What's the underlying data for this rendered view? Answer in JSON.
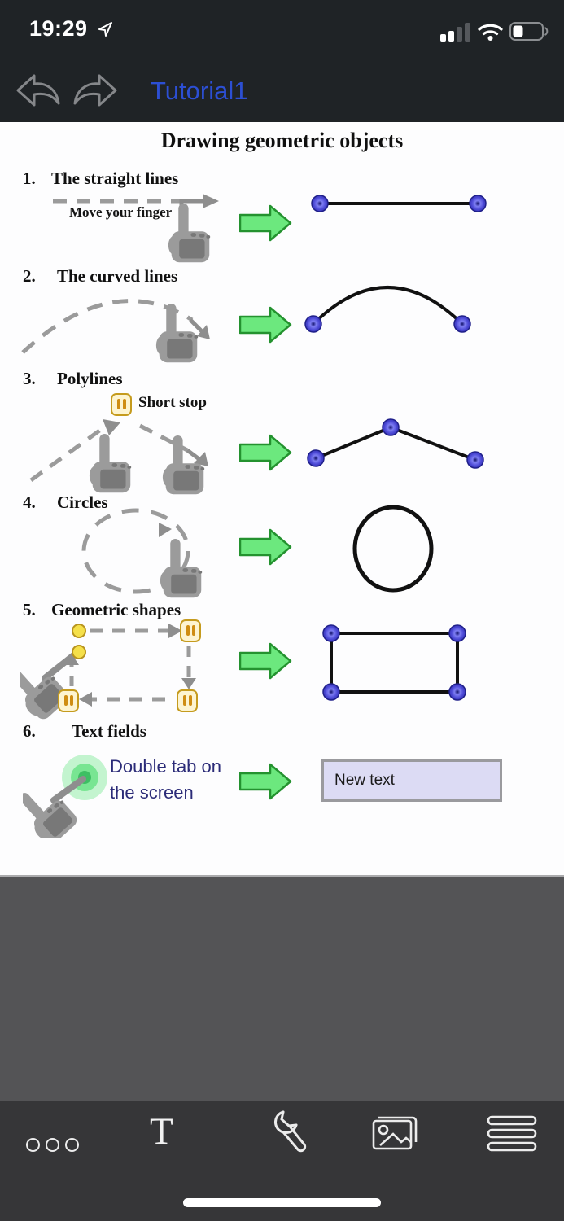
{
  "status_bar": {
    "time": "19:29"
  },
  "nav": {
    "title": "Tutorial1"
  },
  "page": {
    "title": "Drawing geometric objects",
    "sections": [
      {
        "num": "1.",
        "title": "The straight lines",
        "hint": "Move your finger"
      },
      {
        "num": "2.",
        "title": "The curved lines"
      },
      {
        "num": "3.",
        "title": "Polylines",
        "hint": "Short stop"
      },
      {
        "num": "4.",
        "title": "Circles"
      },
      {
        "num": "5.",
        "title": "Geometric shapes"
      },
      {
        "num": "6.",
        "title": "Text fields",
        "hint_line1": "Double tab on",
        "hint_line2": "the screen",
        "field_text": "New text"
      }
    ]
  },
  "toolbar": {
    "text_tool_glyph": "T"
  },
  "icons": {
    "status": [
      "location-arrow",
      "cellular-signal",
      "wifi",
      "battery"
    ],
    "nav": [
      "undo-arrow",
      "redo-arrow"
    ],
    "tutorial": [
      "finger-gesture",
      "pause-marker",
      "green-arrow",
      "anchor-dot"
    ],
    "toolbar": [
      "more-options",
      "text-tool",
      "wrench",
      "photos",
      "menu"
    ],
    "home": [
      "home-indicator"
    ]
  },
  "colors": {
    "chrome_dark": "#1f2326",
    "toolbar_dark": "#363638",
    "offpage_gray": "#545456",
    "title_blue": "#2c4fd4",
    "arrow_green_fill": "#6ce87e",
    "arrow_green_stroke": "#24922f",
    "anchor_blue": "#4a47d4",
    "pause_gold": "#c59b1e",
    "textfield_bg": "#dcdbf4",
    "gesture_gray": "#9b9b9b"
  }
}
